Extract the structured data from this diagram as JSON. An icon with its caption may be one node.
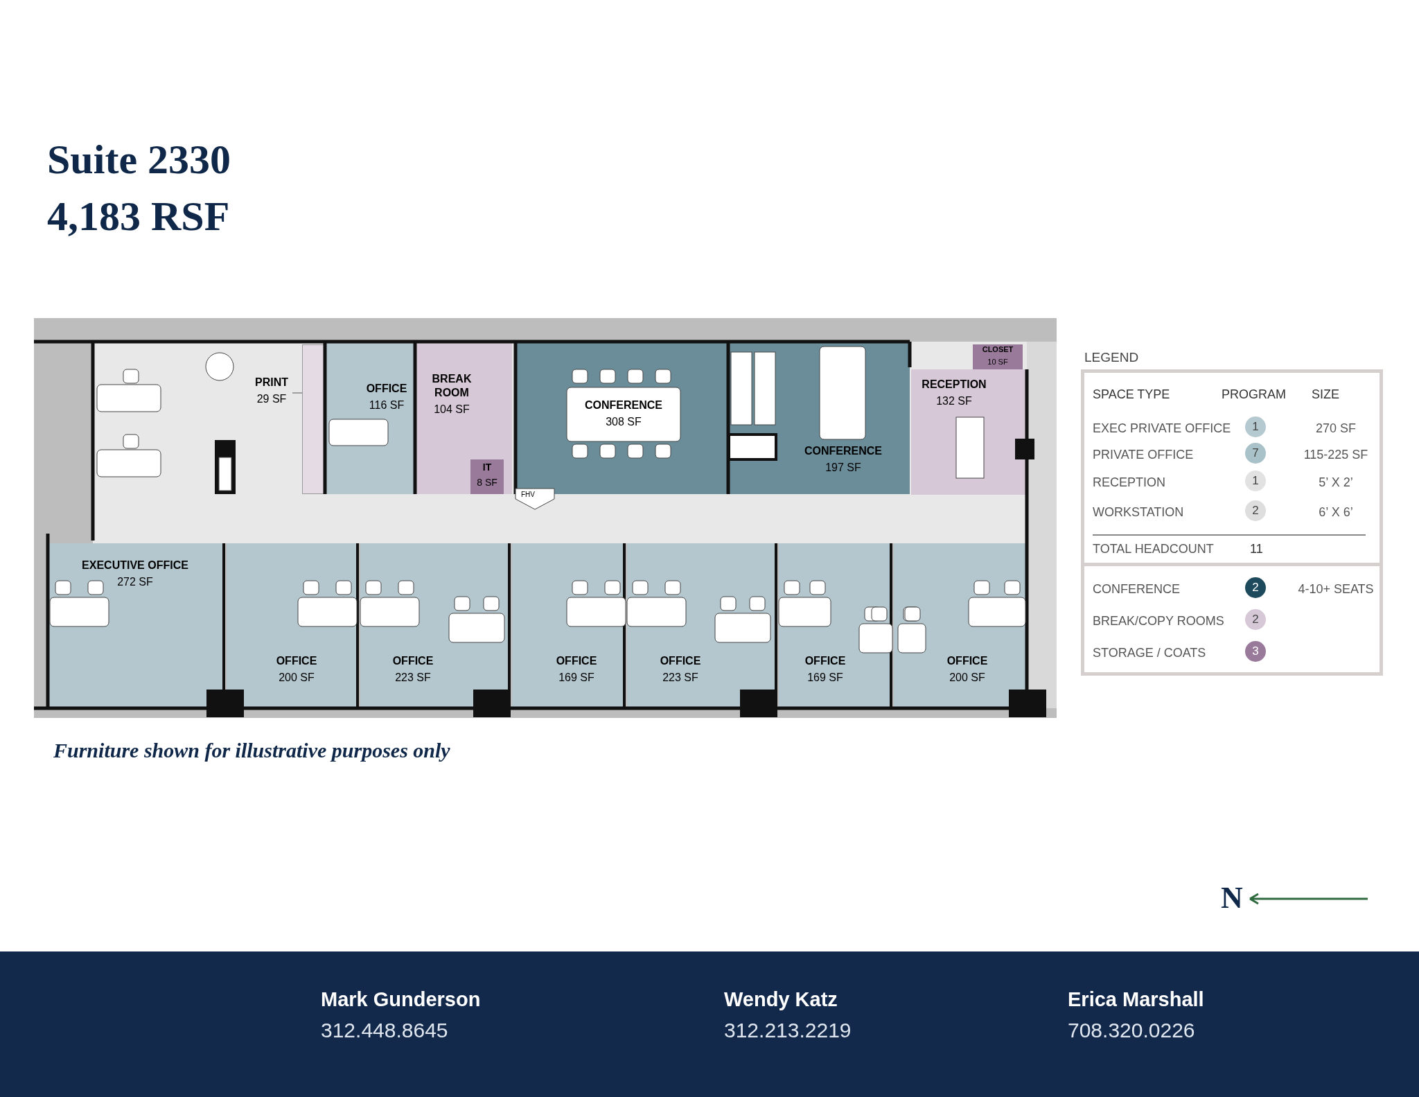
{
  "diagram": {
    "title": "Suite 2330",
    "caption": "Furniture shown for illustrative purposes only",
    "nodes": [
      {
        "text": [
          "PRINT",
          "29 SF"
        ]
      },
      {
        "text": [],
        "shape": "box"
      },
      {
        "text": [
          "OFFICE",
          "116 SF"
        ]
      },
      {
        "text": [
          "BREAK ROOM",
          "104 SF"
        ]
      },
      {
        "text": [
          "IT",
          "8 SF"
        ],
        "in": 3
      },
      {
        "text": [
          "CONFERENCE",
          "308 SF"
        ]
      },
      {
        "text": [
          "CONFERENCE",
          "197 SF"
        ]
      },
      {
        "text": [
          "CLOSET",
          "10 SF"
        ]
      },
      {
        "text": [
          "RECEPTION",
          "132 SF"
        ]
      },
      {
        "text": [
          "EXECUTIVE OFFICE",
          "272 SF"
        ]
      },
      {
        "text": [
          "OFFICE",
          "200 SF"
        ]
      },
      {
        "text": [
          "OFFICE",
          "223 SF"
        ]
      },
      {
        "text": [
          "OFFICE",
          "169 SF"
        ]
      },
      {
        "text": [
          "OFFICE",
          "223 SF"
        ]
      },
      {
        "text": [
          "OFFICE",
          "169 SF"
        ]
      },
      {
        "text": [
          "OFFICE",
          "200 SF"
        ]
      }
    ],
    "edges": [
      {
        "from": 0,
        "to": 1,
        "arrow": "none"
      }
    ],
    "labels": [
      "4,183 RSF",
      "FHV",
      "LEGEND",
      "SPACE TYPE",
      "PROGRAM",
      "SIZE",
      "1",
      "270 SF",
      "7",
      "115-225 SF",
      "1",
      "5’ X 2’",
      "2",
      "6’ X 6’",
      "TOTAL HEADCOUNT",
      "11",
      "2",
      "4-10+ SEATS",
      "2",
      "3",
      "N",
      "Mark Gunderson",
      "312.448.8645",
      "Wendy Katz",
      "312.213.2219",
      "Erica Marshall",
      "708.320.0226"
    ],
    "legend": [
      {
        "text": "EXEC PRIVATE OFFICE",
        "color": "#b5c9d0"
      },
      {
        "text": "PRIVATE OFFICE",
        "color": "#a9c1c9"
      },
      {
        "text": "RECEPTION",
        "color": "#e2e2e2"
      },
      {
        "text": "WORKSTATION",
        "color": "#dedede"
      },
      {
        "text": "CONFERENCE",
        "color": "#1d4a5c"
      },
      {
        "text": "BREAK/COPY ROOMS",
        "color": "#d6c8d7"
      },
      {
        "text": "STORAGE / COATS",
        "color": "#9a7a9b"
      }
    ]
  }
}
